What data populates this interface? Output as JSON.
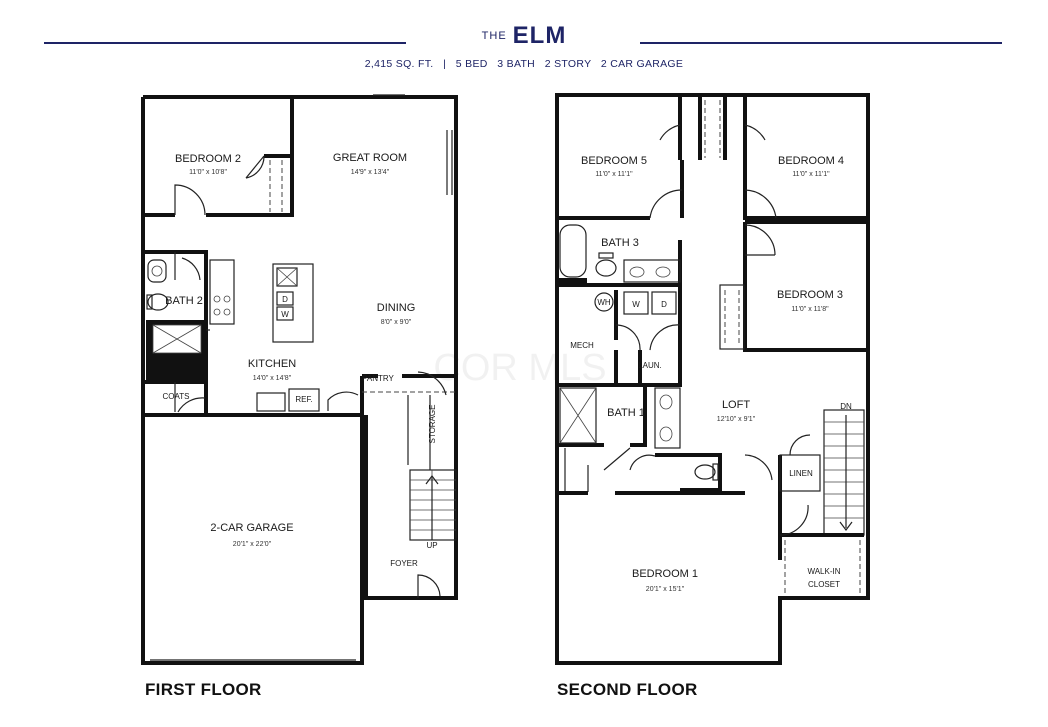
{
  "header": {
    "prefix": "THE",
    "model": "ELM",
    "summary": "2,415 SQ. FT.   |   5 BED   3 BATH   2 STORY   2 CAR GARAGE"
  },
  "watermark": "COR MLS",
  "first_floor": {
    "label": "FIRST FLOOR",
    "rooms": {
      "bedroom2": {
        "name": "BEDROOM 2",
        "dim": "11'0\" x 10'8\""
      },
      "great_room": {
        "name": "GREAT ROOM",
        "dim": "14'9\" x 13'4\""
      },
      "dining": {
        "name": "DINING",
        "dim": "8'0\" x 9'0\""
      },
      "bath2": {
        "name": "BATH 2"
      },
      "kitchen": {
        "name": "KITCHEN",
        "dim": "14'0\" x 14'8\""
      },
      "pantry": {
        "name": "PANTRY"
      },
      "coats": {
        "name": "COATS"
      },
      "ref": {
        "name": "REF."
      },
      "storage": {
        "name": "STORAGE"
      },
      "garage": {
        "name": "2-CAR GARAGE",
        "dim": "20'1\" x 22'0\""
      },
      "foyer": {
        "name": "FOYER"
      },
      "up": {
        "name": "UP"
      },
      "dryer": {
        "name": "D"
      },
      "washer": {
        "name": "W"
      }
    }
  },
  "second_floor": {
    "label": "SECOND FLOOR",
    "rooms": {
      "bedroom5": {
        "name": "BEDROOM 5",
        "dim": "11'0\" x 11'1\""
      },
      "bedroom4": {
        "name": "BEDROOM 4",
        "dim": "11'0\" x 11'1\""
      },
      "bath3": {
        "name": "BATH 3"
      },
      "bedroom3": {
        "name": "BEDROOM 3",
        "dim": "11'0\" x 11'8\""
      },
      "wh": {
        "name": "WH"
      },
      "washer": {
        "name": "W"
      },
      "dryer": {
        "name": "D"
      },
      "mech": {
        "name": "MECH"
      },
      "laundry": {
        "name": "LAUN."
      },
      "bath1": {
        "name": "BATH 1"
      },
      "loft": {
        "name": "LOFT",
        "dim": "12'10\" x 9'1\""
      },
      "dn": {
        "name": "DN"
      },
      "linen": {
        "name": "LINEN"
      },
      "bedroom1": {
        "name": "BEDROOM 1",
        "dim": "20'1\" x 15'1\""
      },
      "walkin_1": {
        "name": "WALK-IN"
      },
      "walkin_2": {
        "name": "CLOSET"
      }
    }
  },
  "colors": {
    "brand": "#1e2466",
    "wall": "#111111"
  }
}
